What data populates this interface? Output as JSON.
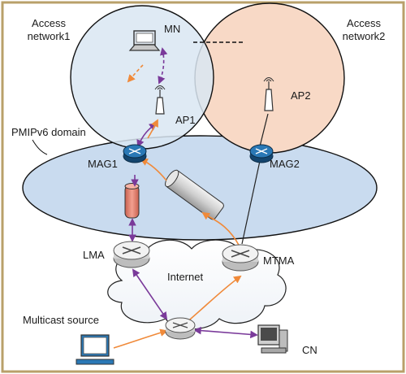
{
  "labels": {
    "access_network1_line1": "Access",
    "access_network1_line2": "network1",
    "access_network2_line1": "Access",
    "access_network2_line2": "network2",
    "mn": "MN",
    "ap1": "AP1",
    "ap2": "AP2",
    "pmipv6_domain": "PMIPv6 domain",
    "mag1": "MAG1",
    "mag2": "MAG2",
    "lma": "LMA",
    "mtma": "MTMA",
    "internet": "Internet",
    "multicast_source": "Multicast source",
    "cn": "CN"
  },
  "colors": {
    "frame": "#b9a06a",
    "access_network1_fill": "#d9e6f2",
    "access_network2_fill": "#f8d9c6",
    "pmipv6_fill": "#c9dbef",
    "router_dark": "#1f5f93",
    "router_light": "#e8e8e8",
    "purple_arrow": "#7a3a9a",
    "orange_arrow": "#f08a3a",
    "tunnel_red": "#e98a7a",
    "tunnel_gray": "#d5d5d5"
  },
  "icons": {
    "mn": "laptop-icon",
    "ap1": "access-point-icon",
    "ap2": "access-point-icon",
    "mag1": "router-icon",
    "mag2": "router-icon",
    "lma": "router-icon",
    "mtma": "router-icon",
    "internet_router": "router-icon",
    "multicast_source": "desktop-computer-icon",
    "cn": "desktop-computer-icon"
  }
}
